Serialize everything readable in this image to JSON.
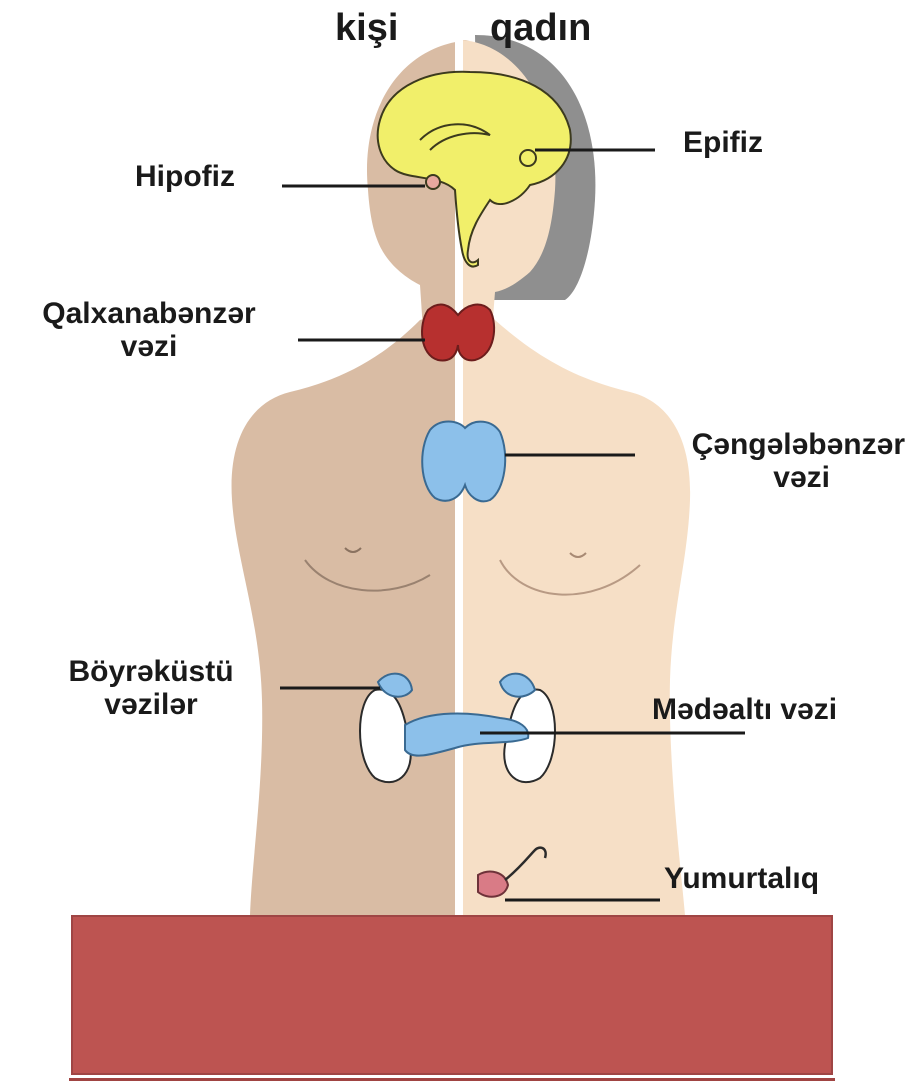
{
  "headers": {
    "male": "kişi",
    "female": "qadın"
  },
  "labels": {
    "epifiz": "Epifiz",
    "hipofiz": "Hipofiz",
    "qalxanabenzer_1": "Qalxanabənzər",
    "qalxanabenzer_2": "vəzi",
    "cengelebenzer_1": "Çəngələbənzər",
    "cengelebenzer_2": "vəzi",
    "boyrekustu_1": "Böyrəküstü",
    "boyrekustu_2": "vəzilər",
    "medealti": "Mədəaltı vəzi",
    "yumurtaliq": "Yumurtalıq"
  },
  "colors": {
    "male_skin": "#d9bca4",
    "female_skin": "#f6dfc6",
    "hair": "#8f8f8f",
    "brain": "#f1ef6a",
    "thyroid": "#b7302f",
    "gland_blue": "#8cc0ea",
    "footer_box": "#bd5451"
  }
}
